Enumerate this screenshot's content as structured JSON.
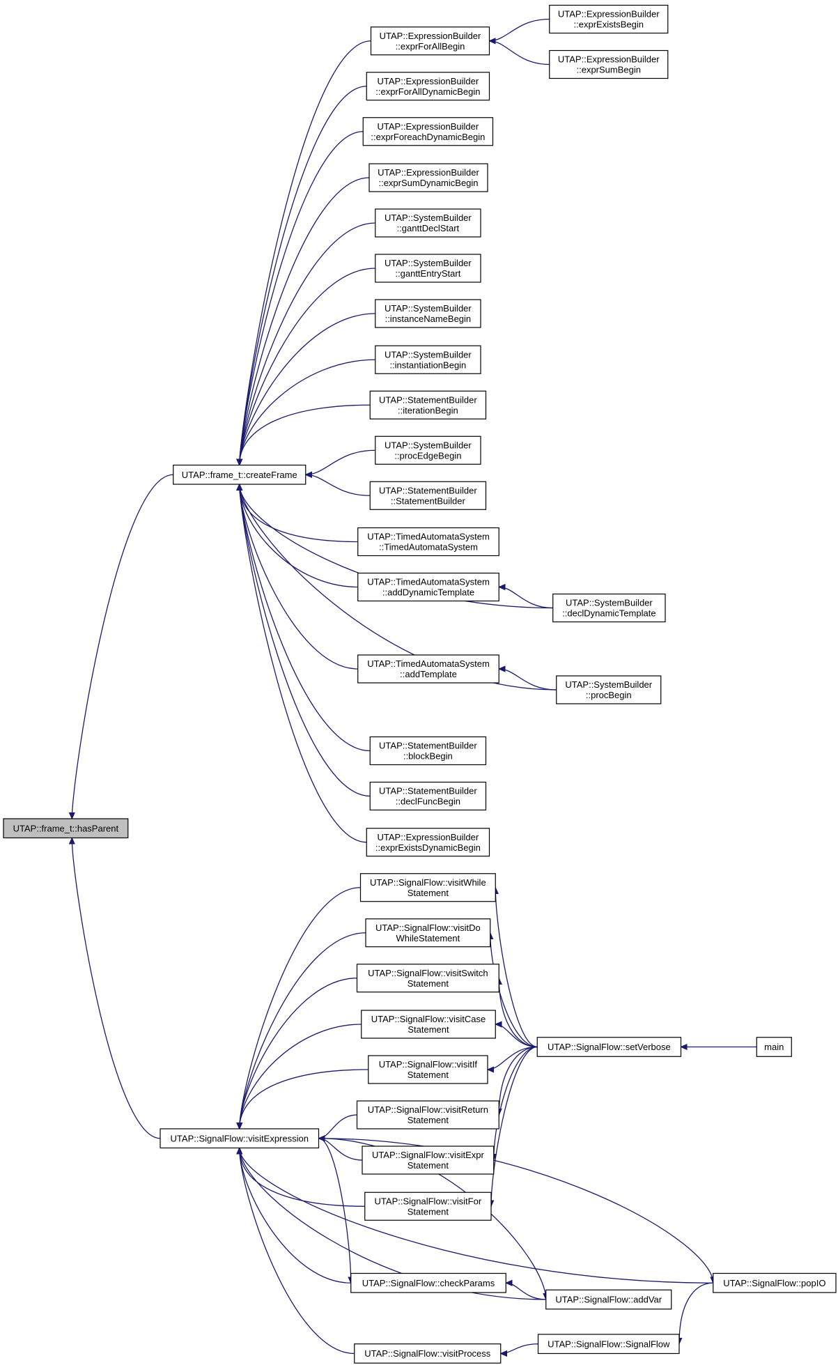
{
  "diagram": {
    "type": "call-graph",
    "edge_color": "#191970",
    "highlight_fill": "#bfbfbf",
    "nodes": [
      {
        "id": "hasParent",
        "lines": [
          "UTAP::frame_t::hasParent"
        ],
        "highlight": true
      },
      {
        "id": "createFrame",
        "lines": [
          "UTAP::frame_t::createFrame"
        ]
      },
      {
        "id": "visitExpression",
        "lines": [
          "UTAP::SignalFlow::visitExpression"
        ]
      },
      {
        "id": "exprForAllBegin",
        "lines": [
          "UTAP::ExpressionBuilder",
          "::exprForAllBegin"
        ]
      },
      {
        "id": "exprExistsBegin",
        "lines": [
          "UTAP::ExpressionBuilder",
          "::exprExistsBegin"
        ]
      },
      {
        "id": "exprSumBegin",
        "lines": [
          "UTAP::ExpressionBuilder",
          "::exprSumBegin"
        ]
      },
      {
        "id": "exprForAllDynamicBegin",
        "lines": [
          "UTAP::ExpressionBuilder",
          "::exprForAllDynamicBegin"
        ]
      },
      {
        "id": "exprForeachDynamicBegin",
        "lines": [
          "UTAP::ExpressionBuilder",
          "::exprForeachDynamicBegin"
        ]
      },
      {
        "id": "exprSumDynamicBegin",
        "lines": [
          "UTAP::ExpressionBuilder",
          "::exprSumDynamicBegin"
        ]
      },
      {
        "id": "ganttDeclStart",
        "lines": [
          "UTAP::SystemBuilder",
          "::ganttDeclStart"
        ]
      },
      {
        "id": "ganttEntryStart",
        "lines": [
          "UTAP::SystemBuilder",
          "::ganttEntryStart"
        ]
      },
      {
        "id": "instanceNameBegin",
        "lines": [
          "UTAP::SystemBuilder",
          "::instanceNameBegin"
        ]
      },
      {
        "id": "instantiationBegin",
        "lines": [
          "UTAP::SystemBuilder",
          "::instantiationBegin"
        ]
      },
      {
        "id": "iterationBegin",
        "lines": [
          "UTAP::StatementBuilder",
          "::iterationBegin"
        ]
      },
      {
        "id": "procEdgeBegin",
        "lines": [
          "UTAP::SystemBuilder",
          "::procEdgeBegin"
        ]
      },
      {
        "id": "StatementBuilder",
        "lines": [
          "UTAP::StatementBuilder",
          "::StatementBuilder"
        ]
      },
      {
        "id": "TimedAutomataSystem",
        "lines": [
          "UTAP::TimedAutomataSystem",
          "::TimedAutomataSystem"
        ]
      },
      {
        "id": "addDynamicTemplate",
        "lines": [
          "UTAP::TimedAutomataSystem",
          "::addDynamicTemplate"
        ]
      },
      {
        "id": "declDynamicTemplate",
        "lines": [
          "UTAP::SystemBuilder",
          "::declDynamicTemplate"
        ]
      },
      {
        "id": "addTemplate",
        "lines": [
          "UTAP::TimedAutomataSystem",
          "::addTemplate"
        ]
      },
      {
        "id": "procBegin",
        "lines": [
          "UTAP::SystemBuilder",
          "::procBegin"
        ]
      },
      {
        "id": "blockBegin",
        "lines": [
          "UTAP::StatementBuilder",
          "::blockBegin"
        ]
      },
      {
        "id": "declFuncBegin",
        "lines": [
          "UTAP::StatementBuilder",
          "::declFuncBegin"
        ]
      },
      {
        "id": "exprExistsDynamicBegin",
        "lines": [
          "UTAP::ExpressionBuilder",
          "::exprExistsDynamicBegin"
        ]
      },
      {
        "id": "visitWhileStatement",
        "lines": [
          "UTAP::SignalFlow::visitWhile",
          "Statement"
        ]
      },
      {
        "id": "visitDoWhileStatement",
        "lines": [
          "UTAP::SignalFlow::visitDo",
          "WhileStatement"
        ]
      },
      {
        "id": "visitSwitchStatement",
        "lines": [
          "UTAP::SignalFlow::visitSwitch",
          "Statement"
        ]
      },
      {
        "id": "visitCaseStatement",
        "lines": [
          "UTAP::SignalFlow::visitCase",
          "Statement"
        ]
      },
      {
        "id": "visitIfStatement",
        "lines": [
          "UTAP::SignalFlow::visitIf",
          "Statement"
        ]
      },
      {
        "id": "visitReturnStatement",
        "lines": [
          "UTAP::SignalFlow::visitReturn",
          "Statement"
        ]
      },
      {
        "id": "visitExprStatement",
        "lines": [
          "UTAP::SignalFlow::visitExpr",
          "Statement"
        ]
      },
      {
        "id": "visitForStatement",
        "lines": [
          "UTAP::SignalFlow::visitFor",
          "Statement"
        ]
      },
      {
        "id": "setVerbose",
        "lines": [
          "UTAP::SignalFlow::setVerbose"
        ]
      },
      {
        "id": "main",
        "lines": [
          "main"
        ]
      },
      {
        "id": "checkParams",
        "lines": [
          "UTAP::SignalFlow::checkParams"
        ]
      },
      {
        "id": "addVar",
        "lines": [
          "UTAP::SignalFlow::addVar"
        ]
      },
      {
        "id": "popIO",
        "lines": [
          "UTAP::SignalFlow::popIO"
        ]
      },
      {
        "id": "visitProcess",
        "lines": [
          "UTAP::SignalFlow::visitProcess"
        ]
      },
      {
        "id": "SignalFlow",
        "lines": [
          "UTAP::SignalFlow::SignalFlow"
        ]
      }
    ],
    "edges": [
      {
        "from": "createFrame",
        "to": "hasParent"
      },
      {
        "from": "visitExpression",
        "to": "hasParent"
      },
      {
        "from": "exprForAllBegin",
        "to": "createFrame"
      },
      {
        "from": "exprForAllDynamicBegin",
        "to": "createFrame"
      },
      {
        "from": "exprForeachDynamicBegin",
        "to": "createFrame"
      },
      {
        "from": "exprSumDynamicBegin",
        "to": "createFrame"
      },
      {
        "from": "ganttDeclStart",
        "to": "createFrame"
      },
      {
        "from": "ganttEntryStart",
        "to": "createFrame"
      },
      {
        "from": "instanceNameBegin",
        "to": "createFrame"
      },
      {
        "from": "instantiationBegin",
        "to": "createFrame"
      },
      {
        "from": "iterationBegin",
        "to": "createFrame"
      },
      {
        "from": "procEdgeBegin",
        "to": "createFrame"
      },
      {
        "from": "StatementBuilder",
        "to": "createFrame"
      },
      {
        "from": "TimedAutomataSystem",
        "to": "createFrame"
      },
      {
        "from": "addDynamicTemplate",
        "to": "createFrame"
      },
      {
        "from": "declDynamicTemplate",
        "to": "createFrame"
      },
      {
        "from": "addTemplate",
        "to": "createFrame"
      },
      {
        "from": "procBegin",
        "to": "createFrame"
      },
      {
        "from": "blockBegin",
        "to": "createFrame"
      },
      {
        "from": "declFuncBegin",
        "to": "createFrame"
      },
      {
        "from": "exprExistsDynamicBegin",
        "to": "createFrame"
      },
      {
        "from": "exprExistsBegin",
        "to": "exprForAllBegin"
      },
      {
        "from": "exprSumBegin",
        "to": "exprForAllBegin"
      },
      {
        "from": "declDynamicTemplate",
        "to": "addDynamicTemplate"
      },
      {
        "from": "procBegin",
        "to": "addTemplate"
      },
      {
        "from": "visitWhileStatement",
        "to": "visitExpression"
      },
      {
        "from": "visitDoWhileStatement",
        "to": "visitExpression"
      },
      {
        "from": "visitSwitchStatement",
        "to": "visitExpression"
      },
      {
        "from": "visitCaseStatement",
        "to": "visitExpression"
      },
      {
        "from": "visitIfStatement",
        "to": "visitExpression"
      },
      {
        "from": "visitReturnStatement",
        "to": "visitExpression"
      },
      {
        "from": "visitExprStatement",
        "to": "visitExpression"
      },
      {
        "from": "visitForStatement",
        "to": "visitExpression"
      },
      {
        "from": "checkParams",
        "to": "visitExpression"
      },
      {
        "from": "addVar",
        "to": "visitExpression"
      },
      {
        "from": "popIO",
        "to": "visitExpression"
      },
      {
        "from": "visitProcess",
        "to": "visitExpression"
      },
      {
        "from": "setVerbose",
        "to": "visitWhileStatement"
      },
      {
        "from": "setVerbose",
        "to": "visitDoWhileStatement"
      },
      {
        "from": "setVerbose",
        "to": "visitSwitchStatement"
      },
      {
        "from": "setVerbose",
        "to": "visitCaseStatement"
      },
      {
        "from": "setVerbose",
        "to": "visitIfStatement"
      },
      {
        "from": "setVerbose",
        "to": "visitReturnStatement"
      },
      {
        "from": "setVerbose",
        "to": "visitExprStatement"
      },
      {
        "from": "setVerbose",
        "to": "visitForStatement"
      },
      {
        "from": "main",
        "to": "setVerbose"
      },
      {
        "from": "visitExpression",
        "to": "checkParams"
      },
      {
        "from": "addVar",
        "to": "checkParams"
      },
      {
        "from": "visitExpression",
        "to": "popIO"
      },
      {
        "from": "SignalFlow",
        "to": "visitProcess"
      },
      {
        "from": "popIO",
        "to": "SignalFlow"
      },
      {
        "from": "visitExpression",
        "to": "addVar"
      }
    ]
  }
}
